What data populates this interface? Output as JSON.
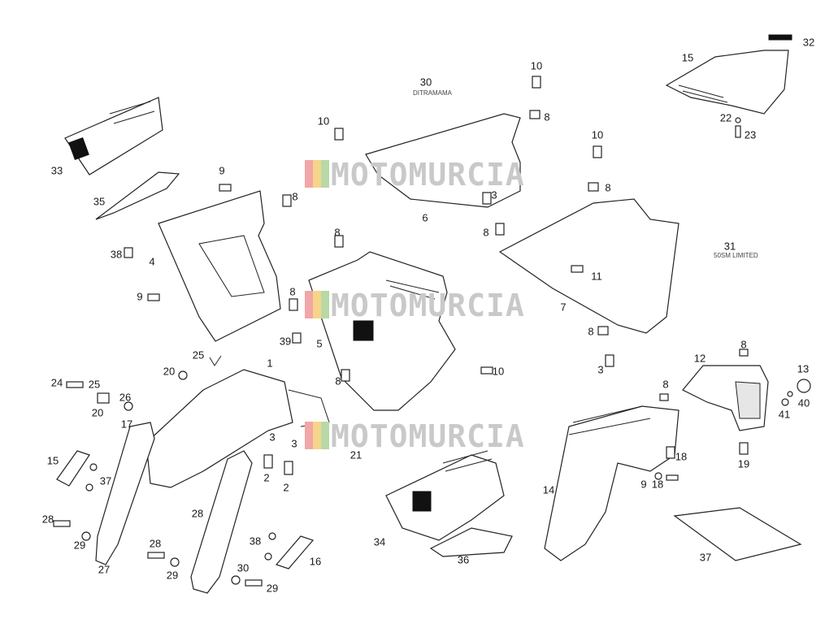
{
  "diagram": {
    "watermark": "MOTOMURCIA",
    "decal_texts": {
      "text_30_top": "DITRAMAMA",
      "text_30_right": "50SM LIMITED"
    },
    "part_labels": [
      "1",
      "2",
      "2",
      "3",
      "3",
      "3",
      "3",
      "4",
      "5",
      "6",
      "7",
      "8",
      "8",
      "8",
      "8",
      "8",
      "8",
      "8",
      "8",
      "8",
      "8",
      "9",
      "9",
      "9",
      "10",
      "10",
      "10",
      "10",
      "11",
      "12",
      "13",
      "14",
      "15",
      "15",
      "16",
      "17",
      "18",
      "18",
      "19",
      "20",
      "20",
      "21",
      "22",
      "23",
      "24",
      "25",
      "25",
      "26",
      "27",
      "28",
      "28",
      "28",
      "29",
      "29",
      "29",
      "30",
      "30",
      "31",
      "32",
      "33",
      "34",
      "35",
      "36",
      "37",
      "37",
      "38",
      "38",
      "39",
      "40",
      "41"
    ]
  }
}
